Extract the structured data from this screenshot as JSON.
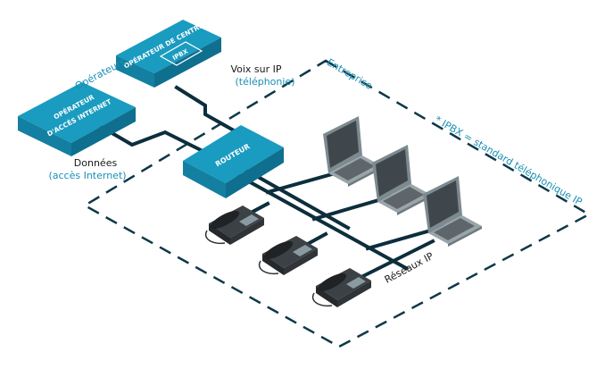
{
  "colors": {
    "box_top": "#1a9bc0",
    "box_side": "#0f6f8e",
    "box_front": "#137fa1",
    "cable": "#0d2e3c",
    "accent_text": "#1a8fb5",
    "dark_text": "#1a1a1a",
    "dash": "#0d3847"
  },
  "labels": {
    "operateurs": "Opérateurs",
    "centrex_line1": "OPÉRATEUR DE CENTREX",
    "ipbx_box": "IPBX",
    "internet_line1": "OPÉRATEUR",
    "internet_line2": "D'ACCÈS INTERNET",
    "routeur": "ROUTEUR",
    "voix_line1": "Voix sur IP",
    "voix_line2": "(téléphonie)",
    "donnees_line1": "Données",
    "donnees_line2": "(accès Internet)",
    "entreprise": "Entreprise",
    "ipbx_note": "* IPBX = standard téléphonique IP",
    "reseaux": "Réseaux IP"
  },
  "icons": {
    "laptops": [
      "laptop-icon",
      "laptop-icon",
      "laptop-icon"
    ],
    "phones": [
      "desk-phone-icon",
      "desk-phone-icon",
      "desk-phone-icon"
    ]
  }
}
